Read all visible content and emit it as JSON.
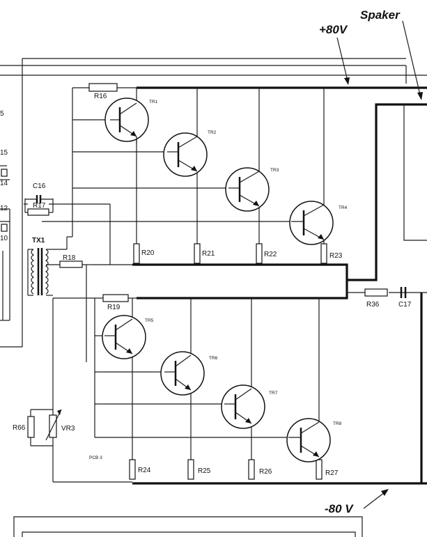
{
  "rails": {
    "positive": "+80V",
    "negative": "-80 V",
    "speaker": "Spaker"
  },
  "board": {
    "label": "PCB 3"
  },
  "transformer": {
    "label": "TX1"
  },
  "capacitors": {
    "c16": "C16",
    "c17": "C17"
  },
  "resistors": {
    "r16": "R16",
    "r17": "R17",
    "r18": "R18",
    "r19": "R19",
    "r20": "R20",
    "r21": "R21",
    "r22": "R22",
    "r23": "R23",
    "r24": "R24",
    "r25": "R25",
    "r26": "R26",
    "r27": "R27",
    "r36": "R36",
    "r66": "R66"
  },
  "potentiometer": {
    "label": "VR3"
  },
  "transistors": {
    "tr1": "TR1",
    "tr2": "TR2",
    "tr3": "TR3",
    "tr4": "TR4",
    "tr5": "TR5",
    "tr6": "TR6",
    "tr7": "TR7",
    "tr8": "TR8"
  },
  "edge_labels": {
    "e5": "5",
    "e15": "15",
    "e14": "14",
    "e12": "12",
    "e10": "10"
  }
}
